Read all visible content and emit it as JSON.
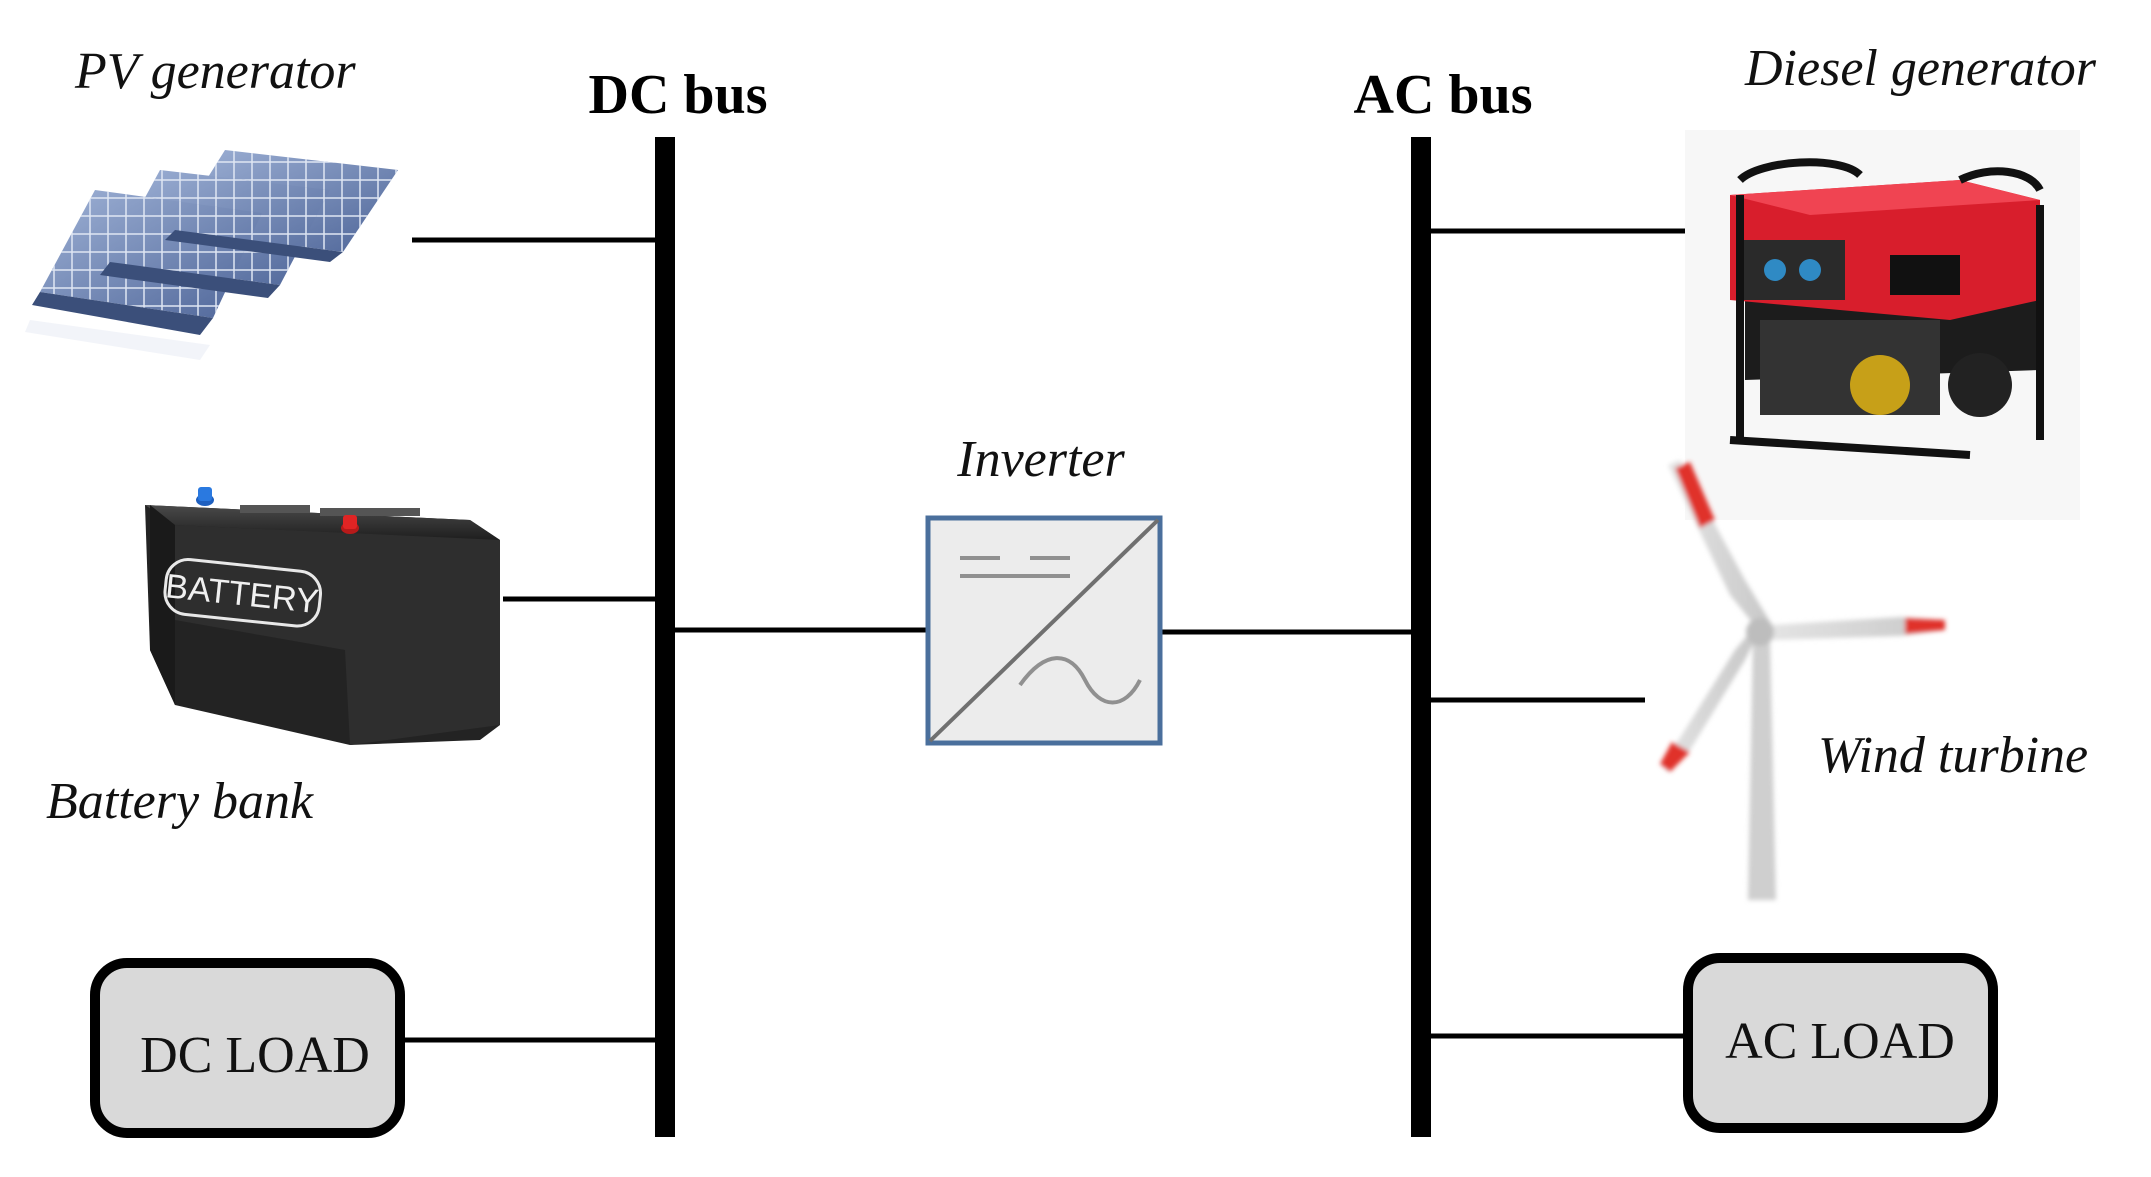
{
  "labels": {
    "pv_generator": "PV generator",
    "battery_bank": "Battery bank",
    "battery_text": "BATTERY",
    "dc_load": "DC LOAD",
    "dc_bus": "DC bus",
    "inverter": "Inverter",
    "ac_bus": "AC bus",
    "diesel_generator": "Diesel generator",
    "wind_turbine": "Wind turbine",
    "ac_load": "AC LOAD"
  },
  "colors": {
    "line": "#000000",
    "inverter_fill": "#ececec",
    "inverter_border": "#4a6f9c",
    "load_fill": "#d9d9d9",
    "generator_red": "#d81e2c",
    "solar_blue": "#6f86b4",
    "battery_body": "#2b2b2b",
    "turbine_red": "#e0302c"
  },
  "icons": [
    "solar-panel-icon",
    "battery-icon",
    "inverter-icon",
    "diesel-generator-icon",
    "wind-turbine-icon"
  ]
}
